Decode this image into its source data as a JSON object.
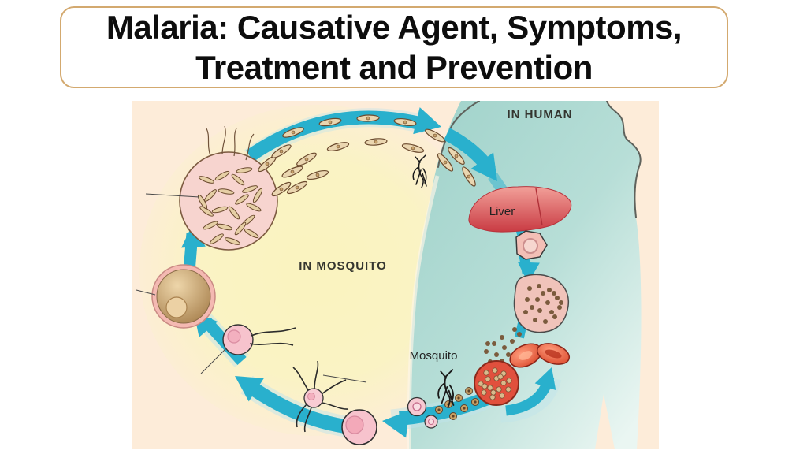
{
  "title": {
    "text": "Malaria: Causative Agent, Symptoms, Treatment and Prevention"
  },
  "diagram": {
    "region_labels": {
      "in_human": "IN HUMAN",
      "in_mosquito": "IN MOSQUITO"
    },
    "part_labels": {
      "liver": "Liver",
      "mosquito": "Mosquito"
    },
    "colors": {
      "arrow_blue": "#29b0cd",
      "arrow_trail": "#bfe4ec",
      "panel_peach": "#fdecd9",
      "mosquito_glow_yellow": "#faf3c0",
      "human_teal": "#a4d6cf",
      "liver_red": "#d24248",
      "cell_pink": "#f7c6ce",
      "oocyst_tan": "#c29b6b",
      "rbc_red": "#e2503c",
      "merozoite_brown": "#7b5b3d",
      "title_border_tan": "#d3a96f"
    }
  }
}
